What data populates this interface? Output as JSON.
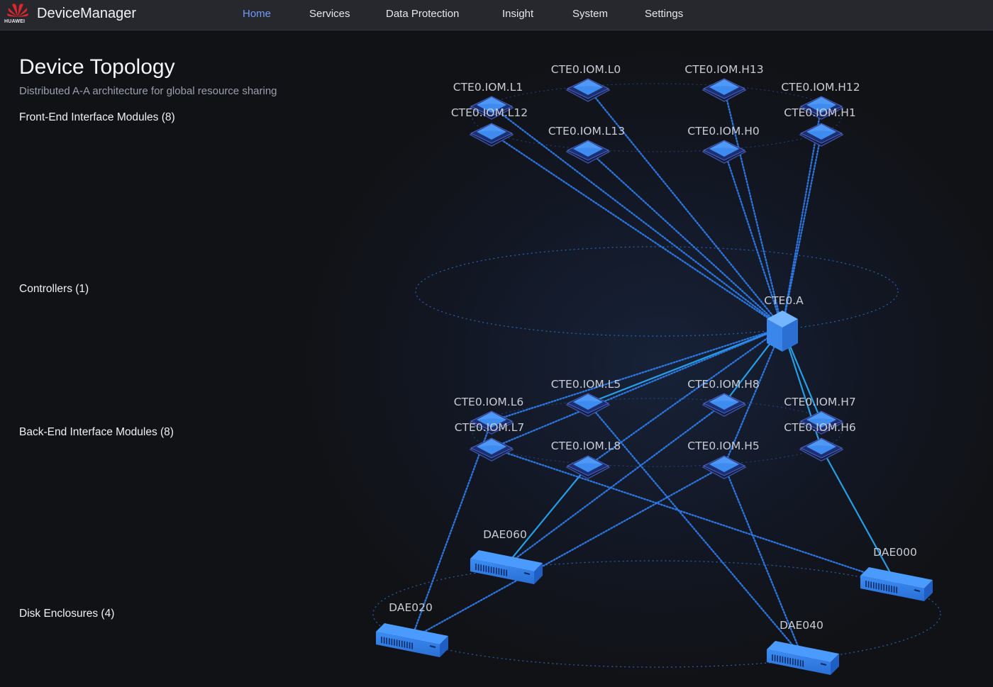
{
  "app": {
    "brand": "HUAWEI",
    "title": "DeviceManager"
  },
  "nav": [
    {
      "label": "Home",
      "active": true
    },
    {
      "label": "Services",
      "active": false
    },
    {
      "label": "Data Protection",
      "active": false
    },
    {
      "label": "Insight",
      "active": false
    },
    {
      "label": "System",
      "active": false
    },
    {
      "label": "Settings",
      "active": false
    }
  ],
  "page": {
    "title": "Device Topology",
    "subtitle": "Distributed A-A architecture for global resource sharing"
  },
  "layers": {
    "front_end": "Front-End Interface Modules (8)",
    "controllers": "Controllers (1)",
    "back_end": "Back-End Interface Modules (8)",
    "disk_enclosures": "Disk Enclosures (4)"
  },
  "colors": {
    "accent": "#6e9cf5",
    "node": "#3f8cf0",
    "link": "#2f7ff0",
    "link_active": "#28a6f0"
  },
  "topology": {
    "controller": {
      "id": "ctrl",
      "name": "CTE0.A"
    },
    "front_end_modules": [
      {
        "id": "L0",
        "name": "CTE0.IOM.L0"
      },
      {
        "id": "H13",
        "name": "CTE0.IOM.H13"
      },
      {
        "id": "L1",
        "name": "CTE0.IOM.L1"
      },
      {
        "id": "H12",
        "name": "CTE0.IOM.H12"
      },
      {
        "id": "L12",
        "name": "CTE0.IOM.L12"
      },
      {
        "id": "H1",
        "name": "CTE0.IOM.H1"
      },
      {
        "id": "L13",
        "name": "CTE0.IOM.L13"
      },
      {
        "id": "H0",
        "name": "CTE0.IOM.H0"
      }
    ],
    "back_end_modules": [
      {
        "id": "L5",
        "name": "CTE0.IOM.L5"
      },
      {
        "id": "H8",
        "name": "CTE0.IOM.H8"
      },
      {
        "id": "L6",
        "name": "CTE0.IOM.L6"
      },
      {
        "id": "H7",
        "name": "CTE0.IOM.H7"
      },
      {
        "id": "L7",
        "name": "CTE0.IOM.L7"
      },
      {
        "id": "H6",
        "name": "CTE0.IOM.H6"
      },
      {
        "id": "L8",
        "name": "CTE0.IOM.L8"
      },
      {
        "id": "H5",
        "name": "CTE0.IOM.H5"
      }
    ],
    "disk_enclosures": [
      {
        "id": "D060",
        "name": "DAE060"
      },
      {
        "id": "D000",
        "name": "DAE000"
      },
      {
        "id": "D020",
        "name": "DAE020"
      },
      {
        "id": "D040",
        "name": "DAE040"
      }
    ],
    "links": [
      {
        "from": "L0",
        "to": "ctrl",
        "style": "dotted"
      },
      {
        "from": "H13",
        "to": "ctrl",
        "style": "dotted"
      },
      {
        "from": "L1",
        "to": "ctrl",
        "style": "dotted"
      },
      {
        "from": "H12",
        "to": "ctrl",
        "style": "dotted"
      },
      {
        "from": "L12",
        "to": "ctrl",
        "style": "dotted"
      },
      {
        "from": "H1",
        "to": "ctrl",
        "style": "dotted"
      },
      {
        "from": "L13",
        "to": "ctrl",
        "style": "dotted"
      },
      {
        "from": "H0",
        "to": "ctrl",
        "style": "dotted"
      },
      {
        "from": "ctrl",
        "to": "L5",
        "style": "solid"
      },
      {
        "from": "ctrl",
        "to": "H8",
        "style": "solid"
      },
      {
        "from": "ctrl",
        "to": "L6",
        "style": "dotted"
      },
      {
        "from": "ctrl",
        "to": "H7",
        "style": "solid"
      },
      {
        "from": "ctrl",
        "to": "L7",
        "style": "dotted"
      },
      {
        "from": "ctrl",
        "to": "H6",
        "style": "solid"
      },
      {
        "from": "ctrl",
        "to": "L8",
        "style": "dotted"
      },
      {
        "from": "ctrl",
        "to": "H5",
        "style": "dotted"
      },
      {
        "from": "L8",
        "to": "D060",
        "style": "solid"
      },
      {
        "from": "H8",
        "to": "D060",
        "style": "dotted"
      },
      {
        "from": "L7",
        "to": "D000",
        "style": "dotted"
      },
      {
        "from": "H6",
        "to": "D000",
        "style": "solid"
      },
      {
        "from": "L6",
        "to": "D020",
        "style": "dotted"
      },
      {
        "from": "H5",
        "to": "D020",
        "style": "dotted"
      },
      {
        "from": "L5",
        "to": "D040",
        "style": "dotted"
      },
      {
        "from": "H5",
        "to": "D040",
        "style": "dotted"
      }
    ]
  }
}
